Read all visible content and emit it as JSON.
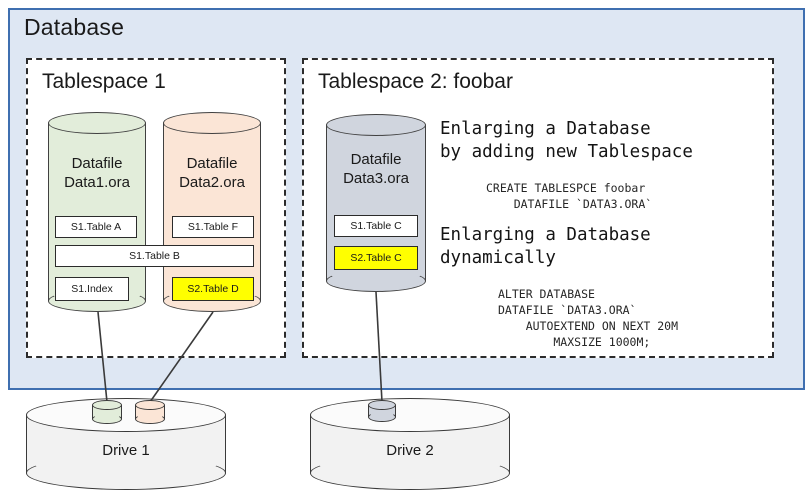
{
  "database": {
    "title": "Database",
    "fill_color": "#dee7f3",
    "border_color": "#3f6fb0"
  },
  "tablespaces": [
    {
      "title": "Tablespace 1"
    },
    {
      "title": "Tablespace 2: foobar"
    }
  ],
  "datafiles": [
    {
      "name_line1": "Datafile",
      "name_line2": "Data1.ora",
      "fill_color": "#e2edda",
      "objects": [
        {
          "label": "S1.Table A",
          "highlighted": false
        },
        {
          "label": "S1.Index",
          "highlighted": false
        }
      ]
    },
    {
      "name_line1": "Datafile",
      "name_line2": "Data2.ora",
      "fill_color": "#fbe5d6",
      "objects": [
        {
          "label": "S1.Table F",
          "highlighted": false
        },
        {
          "label": "S2.Table D",
          "highlighted": true
        }
      ]
    },
    {
      "name_line1": "Datafile",
      "name_line2": "Data3.ora",
      "fill_color": "#d0d5de",
      "objects": [
        {
          "label": "S1.Table C",
          "highlighted": false
        },
        {
          "label": "S2.Table C",
          "highlighted": true
        }
      ]
    }
  ],
  "spanning_object": {
    "label": "S1.Table B",
    "highlighted": false
  },
  "notes": [
    {
      "headline": "Enlarging a Database\nby adding new Tablespace",
      "sql": "CREATE TABLESPCE foobar\n    DATAFILE `DATA3.ORA`"
    },
    {
      "headline": "Enlarging a Database\ndynamically",
      "sql": "ALTER DATABASE\nDATAFILE `DATA3.ORA`\n    AUTOEXTEND ON NEXT 20M\n        MAXSIZE 1000M;"
    }
  ],
  "drives": [
    {
      "label": "Drive 1"
    },
    {
      "label": "Drive 2"
    }
  ],
  "highlight_color": "#ffff00"
}
